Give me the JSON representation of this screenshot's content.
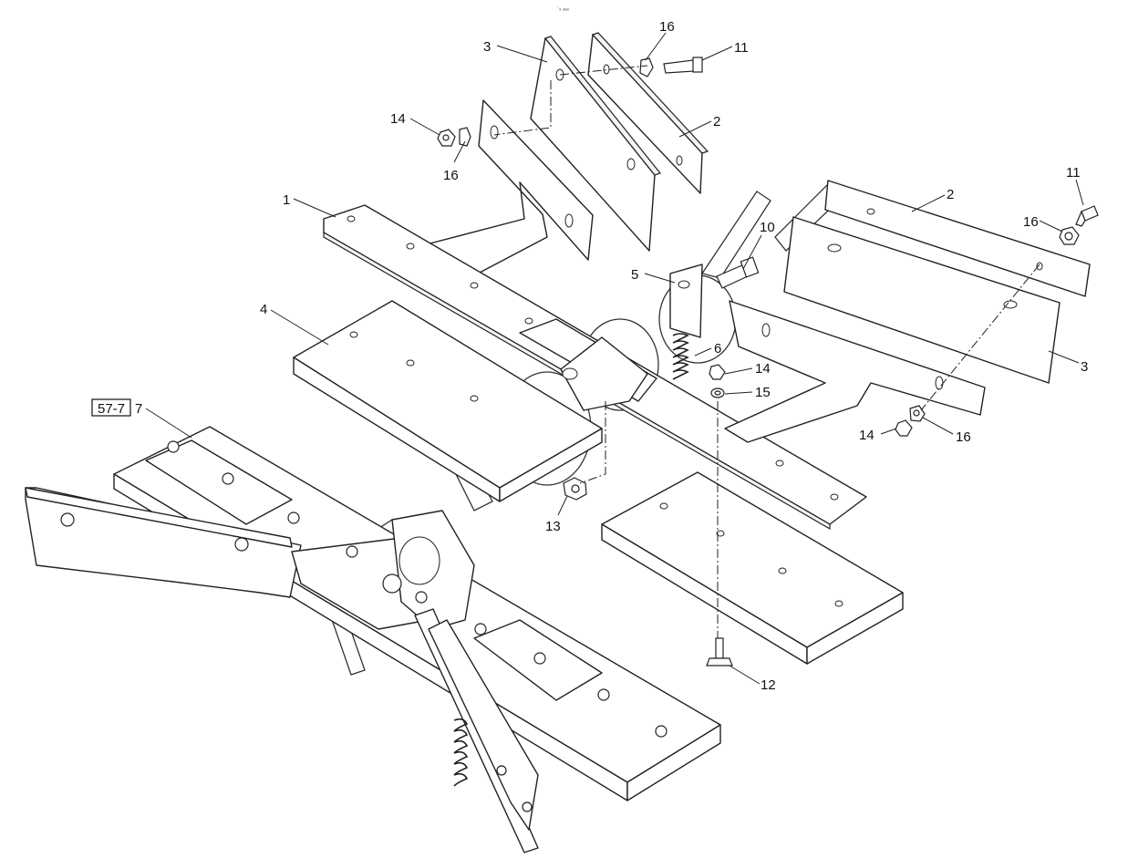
{
  "reference_box": "57-7",
  "top_mark": "⁻ₐ ₐₐₐ",
  "callouts": [
    {
      "label": "1"
    },
    {
      "label": "2"
    },
    {
      "label": "2"
    },
    {
      "label": "3"
    },
    {
      "label": "3"
    },
    {
      "label": "4"
    },
    {
      "label": "5"
    },
    {
      "label": "6"
    },
    {
      "label": "7"
    },
    {
      "label": "10"
    },
    {
      "label": "11"
    },
    {
      "label": "11"
    },
    {
      "label": "12"
    },
    {
      "label": "13"
    },
    {
      "label": "14"
    },
    {
      "label": "14"
    },
    {
      "label": "14"
    },
    {
      "label": "15"
    },
    {
      "label": "16"
    },
    {
      "label": "16"
    },
    {
      "label": "16"
    }
  ]
}
